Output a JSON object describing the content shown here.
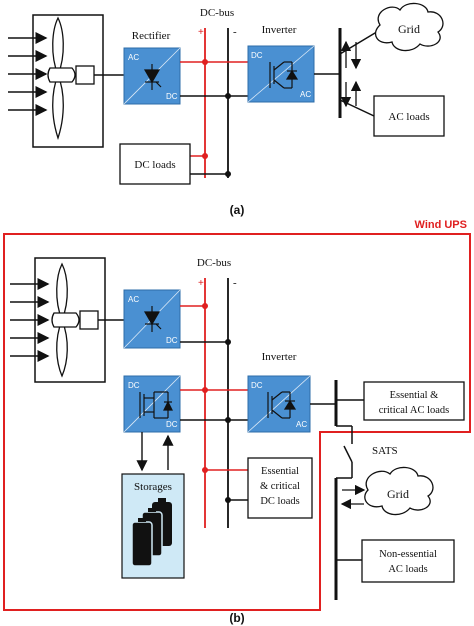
{
  "diagram_a": {
    "caption": "(a)",
    "labels": {
      "rectifier": "Rectifier",
      "dcbus": "DC-bus",
      "plus": "+",
      "minus": "-",
      "inverter": "Inverter",
      "grid": "Grid",
      "ac_loads": "AC loads",
      "dc_loads": "DC loads"
    },
    "converter_text": {
      "ac": "AC",
      "dc": "DC"
    }
  },
  "diagram_b": {
    "caption": "(b)",
    "frame_title": "Wind UPS",
    "labels": {
      "dcbus": "DC-bus",
      "plus": "+",
      "minus": "-",
      "inverter": "Inverter",
      "essential_ac_1": "Essential &",
      "essential_ac_2": "critical AC loads",
      "essential_dc_1": "Essential",
      "essential_dc_2": "& critical",
      "essential_dc_3": "DC loads",
      "storages": "Storages",
      "sats": "SATS",
      "grid": "Grid",
      "nonessential_1": "Non-essential",
      "nonessential_2": "AC loads"
    },
    "converter_text": {
      "ac": "AC",
      "dc": "DC"
    }
  },
  "colors": {
    "converter_fill": "#4a90d2",
    "bus_red": "#e02020",
    "frame_red": "#e02020",
    "storage_fill": "#cfe9f6"
  }
}
